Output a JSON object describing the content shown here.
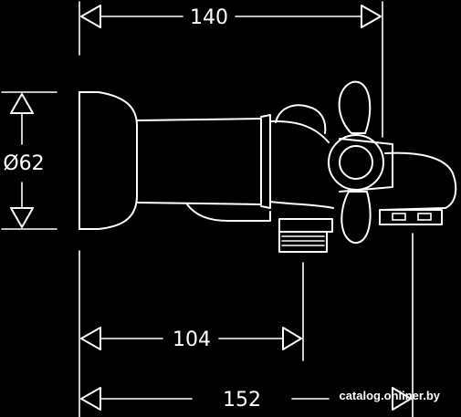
{
  "dimensions": {
    "top_width": "140",
    "diameter": "Ø62",
    "outlet_distance": "104",
    "spout_distance": "152"
  },
  "watermark": "catalog.onliner.by"
}
